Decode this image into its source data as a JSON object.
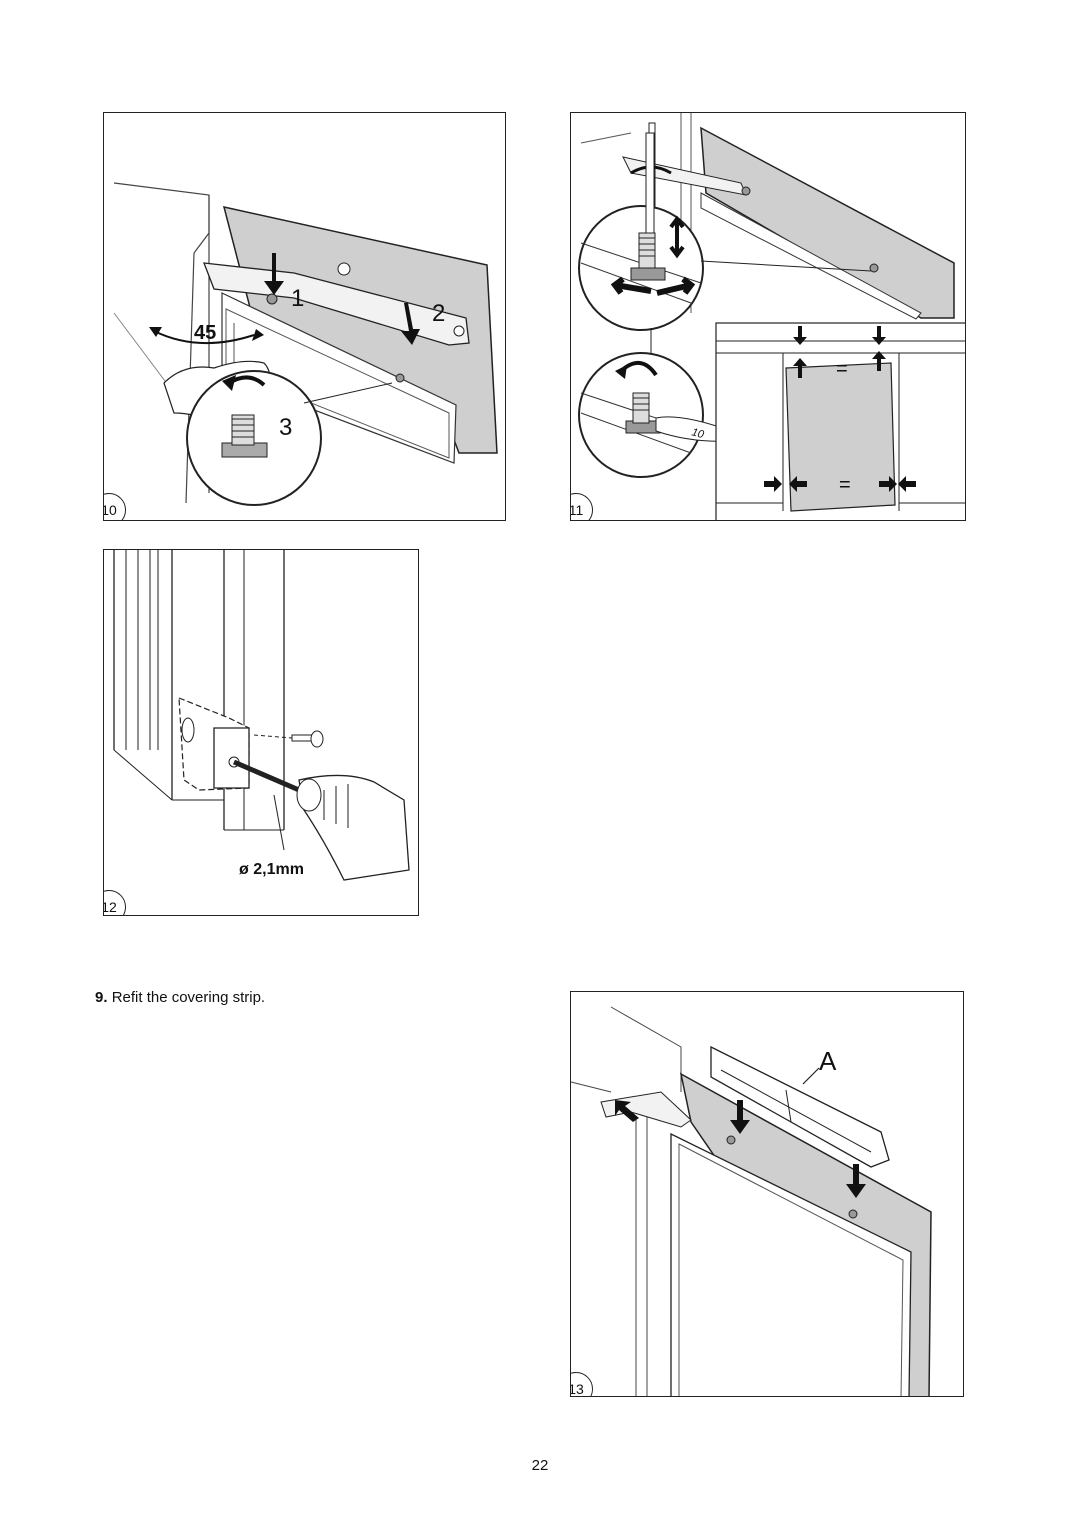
{
  "figures": {
    "f10": {
      "number": "10",
      "labels": {
        "one": "1",
        "two": "2",
        "three": "3",
        "angle": "45"
      }
    },
    "f11": {
      "number": "11",
      "labels": {
        "eq_top": "=",
        "eq_bottom": "=",
        "wrench": "10"
      }
    },
    "f12": {
      "number": "12",
      "labels": {
        "drill": "ø 2,1mm"
      }
    },
    "f13": {
      "number": "13",
      "labels": {
        "part": "A"
      }
    }
  },
  "step": {
    "number": "9.",
    "text": "Refit the covering strip."
  },
  "page_number": "22"
}
